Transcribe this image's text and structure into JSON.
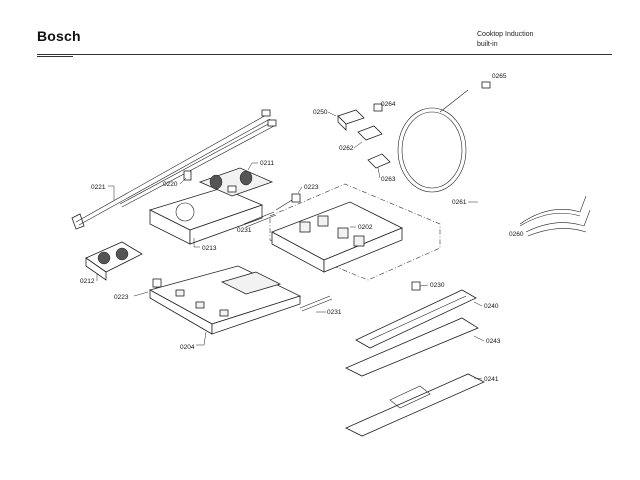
{
  "header": {
    "brand": "Bosch",
    "title_line1": "Cooktop Induction",
    "title_line2": "built-in"
  },
  "part_labels": {
    "p0221": "0221",
    "p0220": "0220",
    "p0211": "0211",
    "p0213": "0213",
    "p0212": "0212",
    "p0223a": "0223",
    "p0223b": "0223",
    "p0231a": "0231",
    "p0231b": "0231",
    "p0202": "0202",
    "p0204": "0204",
    "p0250": "0250",
    "p0264": "0264",
    "p0262": "0262",
    "p0263": "0263",
    "p0265": "0265",
    "p0261": "0261",
    "p0260": "0260",
    "p0230": "0230",
    "p0240": "0240",
    "p0243": "0243",
    "p0241": "0241"
  }
}
